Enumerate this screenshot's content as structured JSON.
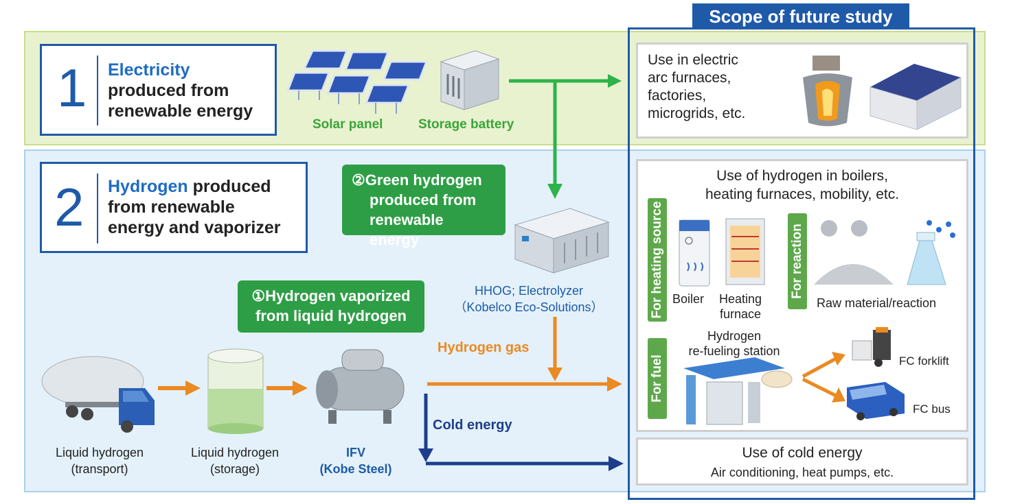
{
  "scope": {
    "title": "Scope of future study"
  },
  "section1": {
    "number": "1",
    "title_highlight": "Electricity",
    "title_rest_1": "produced from",
    "title_rest_2": "renewable energy",
    "solar_label": "Solar panel",
    "battery_label": "Storage battery"
  },
  "section2": {
    "number": "2",
    "title_highlight": "Hydrogen",
    "title_rest_1": " produced",
    "title_rest_2": "from renewable",
    "title_rest_3": "energy and vaporizer",
    "green_badge": [
      "②Green hydrogen",
      "produced from",
      "renewable energy"
    ],
    "vapor_badge": [
      "①Hydrogen vaporized",
      "from liquid hydrogen"
    ],
    "electrolyzer_label": [
      "HHOG; Electrolyzer",
      "（Kobelco Eco-Solutions）"
    ],
    "hydrogen_gas": "Hydrogen gas",
    "cold_energy": "Cold energy",
    "lh_transport": [
      "Liquid hydrogen",
      "(transport)"
    ],
    "lh_storage": [
      "Liquid hydrogen",
      "(storage)"
    ],
    "ifv": [
      "IFV",
      "(Kobe Steel)"
    ]
  },
  "uses": {
    "electric": [
      "Use in electric",
      "arc furnaces,",
      "factories,",
      "microgrids, etc."
    ],
    "hydrogen_title": [
      "Use of hydrogen in boilers,",
      "heating furnaces, mobility, etc."
    ],
    "heating_source": "For heating source",
    "reaction": "For reaction",
    "fuel": "For fuel",
    "boiler": "Boiler",
    "heating_furnace": [
      "Heating",
      "furnace"
    ],
    "raw_material": "Raw material/reaction",
    "station": [
      "Hydrogen",
      "re-fueling station"
    ],
    "forklift": "FC forklift",
    "bus": "FC bus",
    "cold_title": "Use of cold energy",
    "cold_sub": "Air conditioning, heat pumps, etc."
  },
  "colors": {
    "blue": "#1e5aa8",
    "green": "#2e9e46",
    "orange": "#ea8a22",
    "navy": "#1e3e8c"
  }
}
